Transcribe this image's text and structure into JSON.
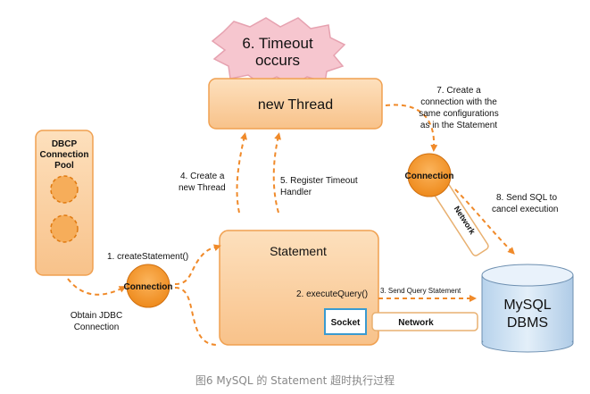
{
  "diagram": {
    "timeout_label_line1": "6. Timeout",
    "timeout_label_line2": "occurs",
    "new_thread_label": "new Thread",
    "pool_title_line1": "DBCP",
    "pool_title_line2": "Connection",
    "pool_title_line3": "Pool",
    "connection_label": "Connection",
    "connection_label_top": "Connection",
    "statement_label": "Statement",
    "socket_label": "Socket",
    "network_label_horizontal": "Network",
    "network_label_diagonal": "Network",
    "dbms_line1": "MySQL",
    "dbms_line2": "DBMS",
    "step1": "1. createStatement()",
    "step2": "2. executeQuery()",
    "step3": "3. Send Query Statement",
    "step4_line1": "4. Create a",
    "step4_line2": "new Thread",
    "step5_line1": "5. Register Timeout",
    "step5_line2": "Handler",
    "step7_line1": "7. Create a",
    "step7_line2": "connection with the",
    "step7_line3": "same configurations",
    "step7_line4": "as in the Statement",
    "step8_line1": "8. Send SQL to",
    "step8_line2": "cancel execution",
    "obtain_line1": "Obtain JDBC",
    "obtain_line2": "Connection",
    "caption": "图6 MySQL 的 Statement 超时执行过程"
  },
  "colors": {
    "orange_fill": "#fbcf9a",
    "orange_stroke": "#f0a050",
    "connection_fill": "#f59a2a",
    "burst_fill": "#f6c6cf",
    "cylinder_fill": "#cfe3f4",
    "arrow": "#f08a2a",
    "caption": "#888888"
  }
}
